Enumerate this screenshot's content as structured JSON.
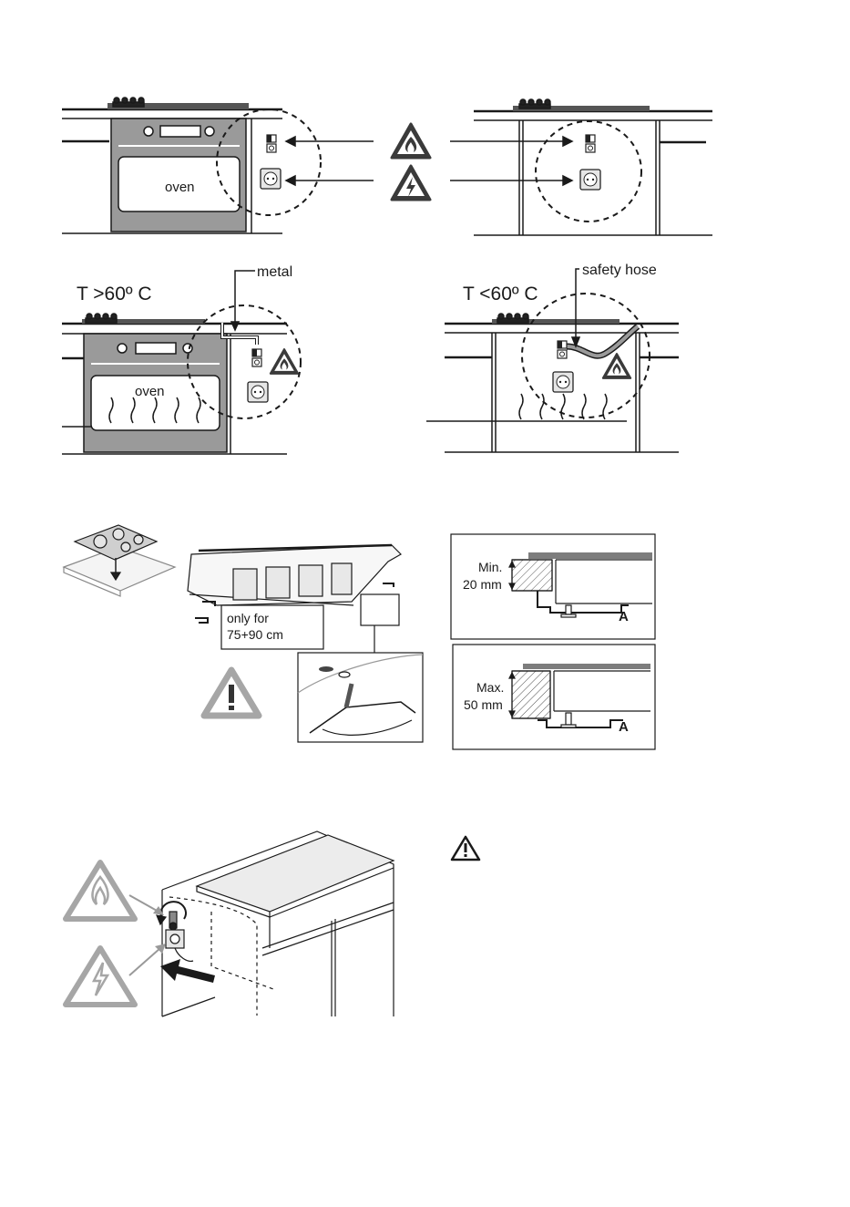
{
  "labels": {
    "oven": "oven",
    "metal": "metal",
    "safety_hose": "safety hose",
    "temp_high": "T >60º C",
    "temp_low": "T <60º C",
    "only_for_line1": "only for",
    "only_for_line2": "75+90 cm",
    "min_line1": "Min.",
    "min_line2": "20 mm",
    "max_line1": "Max.",
    "max_line2": "50 mm",
    "bracket_letter": "A"
  },
  "icons": {
    "gas_warning": "flame-warning-triangle",
    "electric_warning": "lightning-warning-triangle",
    "caution": "exclamation-warning-triangle",
    "gas_valve": "gas-valve",
    "power_socket": "power-socket"
  },
  "colors": {
    "line": "#1a1a1a",
    "oven_body": "#9a9a9a",
    "warning_fill": "#3a3a3a",
    "pale_triangle": "#a6a6a6",
    "hob_top": "#7d7d7d"
  }
}
